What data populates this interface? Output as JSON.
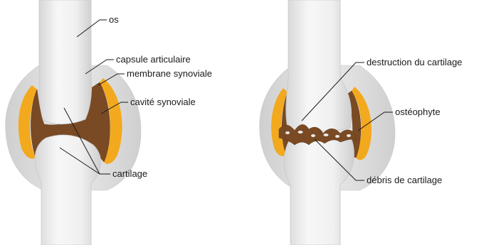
{
  "colors": {
    "bone": "#ececec",
    "bone_edge": "#c9c9c9",
    "capsule": "#dcdcdc",
    "membrane": "#f2a91e",
    "cavity": "#7a4a24",
    "cavity_dark": "#5b3416",
    "line": "#1a1a1a"
  },
  "healthy_joint": {
    "labels": {
      "bone": "os",
      "capsule": "capsule articulaire",
      "membrane": "membrane synoviale",
      "cavity": "cavité synoviale",
      "cartilage": "cartilage"
    }
  },
  "arthritic_joint": {
    "labels": {
      "destruction": "destruction du cartilage",
      "osteophyte": "ostéophyte",
      "debris": "débris de cartilage"
    }
  }
}
